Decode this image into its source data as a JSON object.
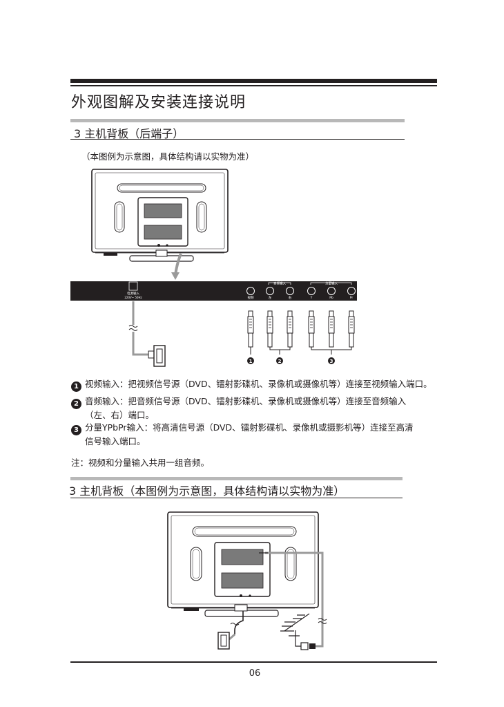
{
  "header": {
    "title": "外观图解及安装连接说明"
  },
  "section1": {
    "heading": "3  主机背板（后端子）",
    "note": "（本图例为示意图，具体结构请以实物为准）",
    "panel_labels": {
      "power": "电源输入",
      "power_spec": "220V~ 50Hz",
      "audio_group": "音频输入",
      "component_group": "分量输入",
      "video": "视频",
      "left": "左",
      "right": "右",
      "y": "Y",
      "pb": "Pb",
      "pr": "Pr"
    },
    "callout_numbers": [
      "1",
      "2",
      "3"
    ],
    "descriptions": [
      {
        "num": "1",
        "lines": [
          "视频输入：把视频信号源（DVD、镭射影碟机、录像机或摄像机等）连接至视频输入端口。"
        ]
      },
      {
        "num": "2",
        "lines": [
          "音频输入：把音频信号源（DVD、镭射影碟机、录像机或摄像机等）连接至音频输入",
          "（左、右）端口。"
        ]
      },
      {
        "num": "3",
        "lines": [
          "分量YPbPr输入：将高清信号源（DVD、镭射影碟机、录像机或摄影机等）连接至高清",
          "信号输入端口。"
        ]
      }
    ],
    "footnote": "注：视频和分量输入共用一组音频。"
  },
  "section2": {
    "heading": "3  主机背板（本图例为示意图，具体结构请以实物为准）"
  },
  "footer": {
    "page_number": "06"
  },
  "colors": {
    "ink": "#231f20",
    "rule_grey": "#b8b8b8",
    "diagram_grey": "#8a8a8a"
  }
}
